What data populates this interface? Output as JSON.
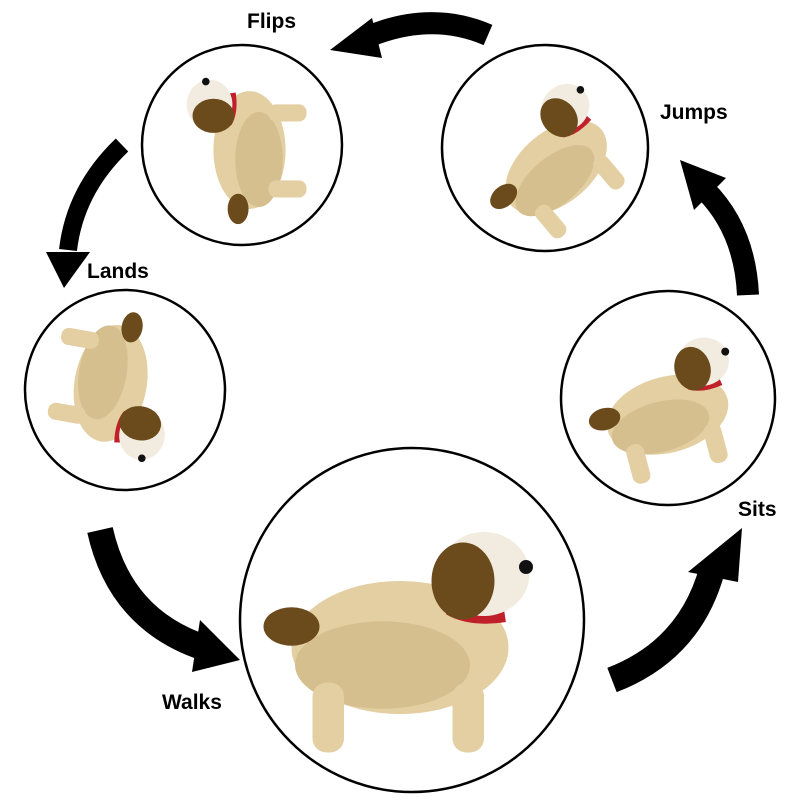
{
  "stages": [
    {
      "id": "flips",
      "label": "Flips"
    },
    {
      "id": "jumps",
      "label": "Jumps"
    },
    {
      "id": "lands",
      "label": "Lands"
    },
    {
      "id": "sits",
      "label": "Sits"
    },
    {
      "id": "walks",
      "label": "Walks"
    }
  ],
  "colors": {
    "fur": "#e3cfa2",
    "fur_shade": "#cdb582",
    "ear": "#6b4a1c",
    "collar": "#c0202a",
    "outline": "#000000"
  }
}
